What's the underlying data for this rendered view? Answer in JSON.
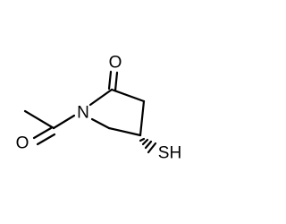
{
  "molecule": {
    "atoms": {
      "carbonyl_oxygen": "O",
      "acetyl_oxygen": "O",
      "ring_nitrogen": "N",
      "thiol_group": "SH"
    }
  },
  "colors": {
    "bond": "#000000",
    "label": "#000000",
    "background": "#ffffff"
  }
}
